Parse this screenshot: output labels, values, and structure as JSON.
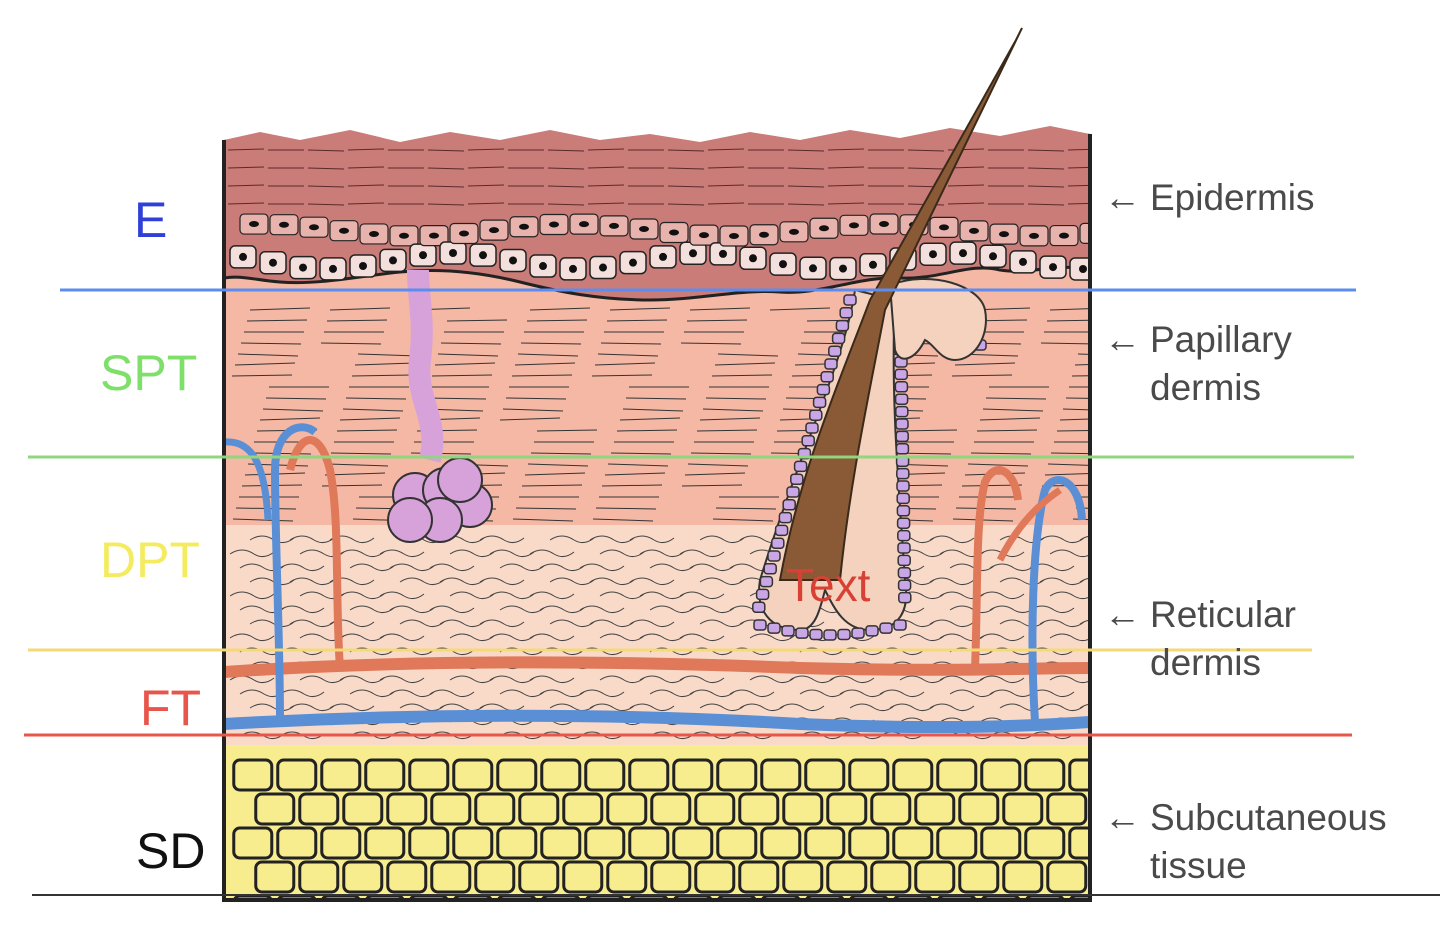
{
  "left_labels": {
    "e": {
      "text": "E",
      "color": "#2f3fd8"
    },
    "spt": {
      "text": "SPT",
      "color": "#7ee06a"
    },
    "dpt": {
      "text": "DPT",
      "color": "#f4ec60"
    },
    "ft": {
      "text": "FT",
      "color": "#e8554a"
    },
    "sd": {
      "text": "SD",
      "color": "#111111"
    }
  },
  "right_labels": {
    "epidermis": {
      "line1": "Epidermis"
    },
    "papillary": {
      "line1": "Papillary",
      "line2": "dermis"
    },
    "reticular": {
      "line1": "Reticular",
      "line2": "dermis"
    },
    "subcutaneous": {
      "line1": "Subcutaneous",
      "line2": "tissue"
    }
  },
  "inner_text": {
    "text": "Text",
    "color": "#d84035"
  },
  "colors": {
    "epidermis": "#c97c78",
    "papillary_dermis": "#f4b8a4",
    "reticular_dermis": "#f9dac8",
    "subcutaneous": "#f7ec8e",
    "hair": "#8a5a36",
    "gland": "#d7a2d9",
    "artery": "#e0785a",
    "vein": "#5a8fd6",
    "line_e": "#5b8cf0",
    "line_spt": "#8fd67f",
    "line_dpt": "#f3d978",
    "line_ft": "#e8554a"
  }
}
